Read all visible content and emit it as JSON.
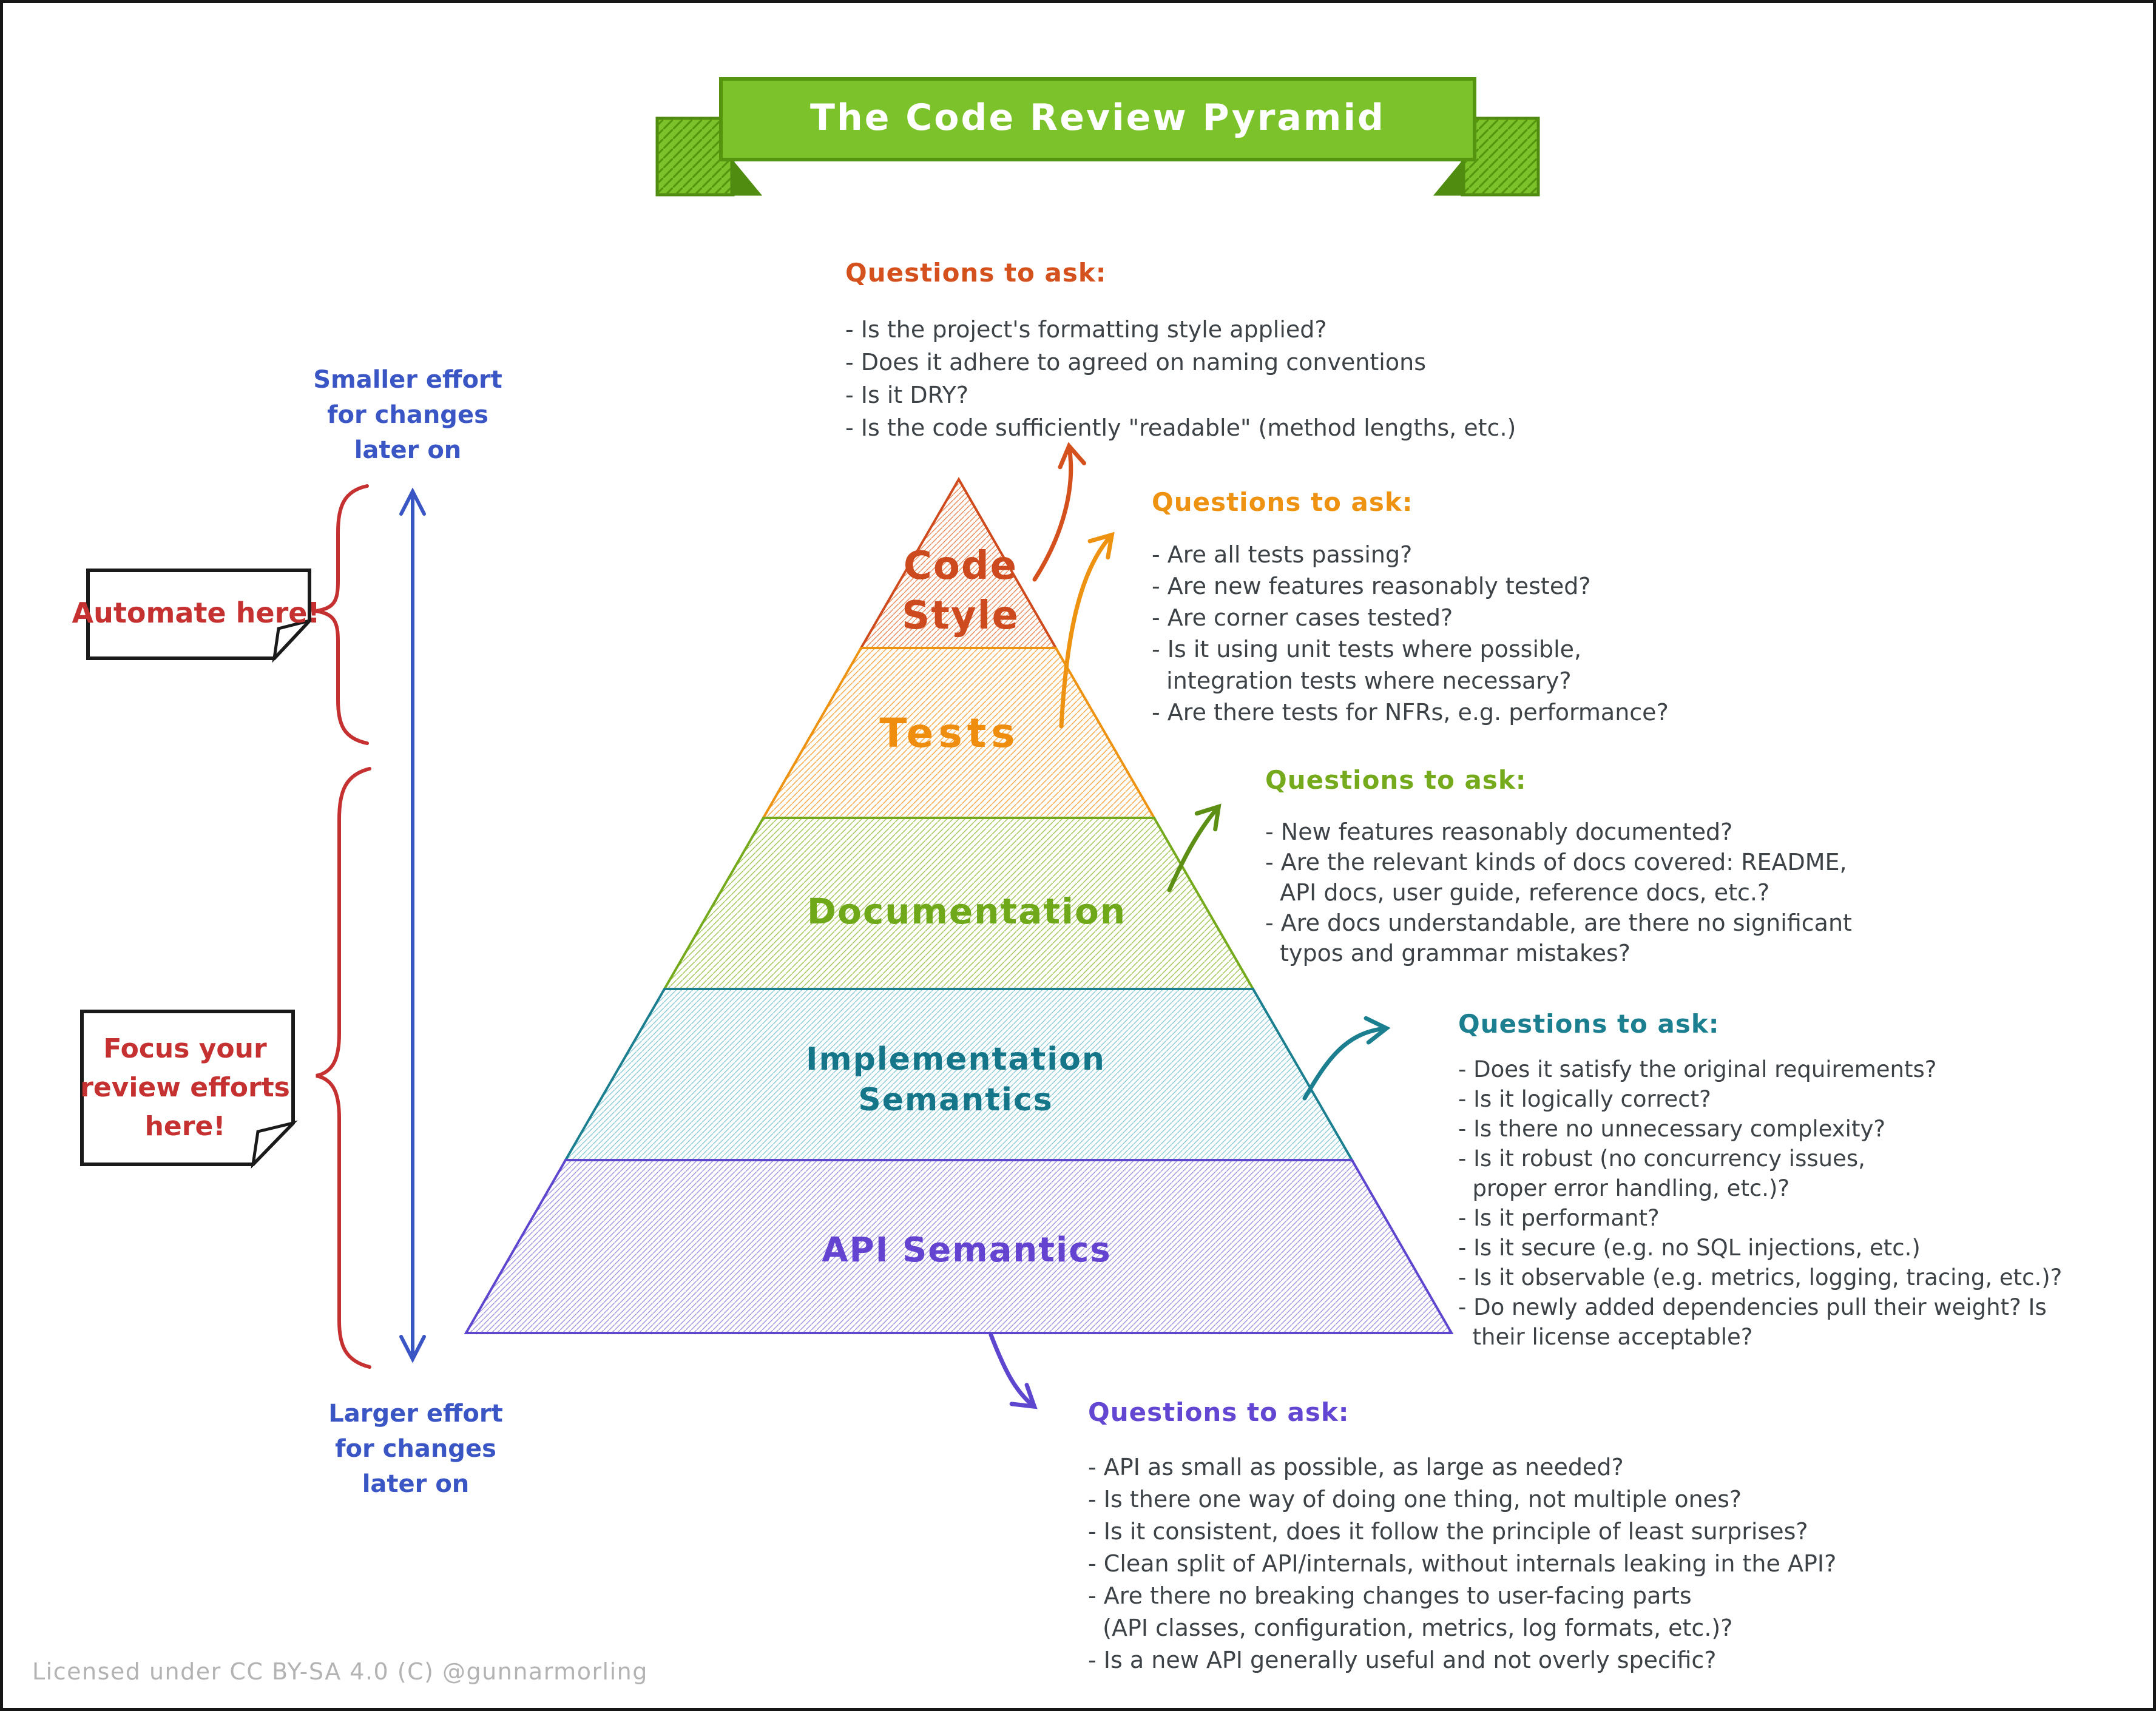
{
  "banner": {
    "title": "The Code Review Pyramid"
  },
  "pyramid": {
    "layers": [
      {
        "id": "code-style",
        "label": "Code\nStyle",
        "color": "#cd4a1f"
      },
      {
        "id": "tests",
        "label": "Tests",
        "color": "#ee8d0e"
      },
      {
        "id": "documentation",
        "label": "Documentation",
        "color": "#6fa91a"
      },
      {
        "id": "implementation-semantics",
        "label": "Implementation\nSemantics",
        "color": "#15768a"
      },
      {
        "id": "api-semantics",
        "label": "API Semantics",
        "color": "#6343cf"
      }
    ]
  },
  "question_blocks": [
    {
      "id": "code-style",
      "header": "Questions to ask:",
      "color": "#d4511e",
      "lines": [
        "- Is the project's formatting style applied?",
        "- Does it adhere to agreed on naming conventions",
        "- Is it DRY?",
        "- Is the code sufficiently \"readable\" (method lengths, etc.)"
      ]
    },
    {
      "id": "tests",
      "header": "Questions to ask:",
      "color": "#ee9211",
      "lines": [
        "- Are all tests passing?",
        "- Are new features reasonably tested?",
        "- Are corner cases tested?",
        "- Is it using unit tests where possible,",
        "  integration tests where necessary?",
        "- Are there tests for NFRs, e.g. performance?"
      ]
    },
    {
      "id": "documentation",
      "header": "Questions to ask:",
      "color": "#74aa1c",
      "lines": [
        "- New features reasonably documented?",
        "- Are the relevant kinds of docs covered: README,",
        "  API docs, user guide, reference docs, etc.?",
        "- Are docs understandable, are there no significant",
        "  typos and grammar mistakes?"
      ]
    },
    {
      "id": "implementation-semantics",
      "header": "Questions to ask:",
      "color": "#1b7f90",
      "lines": [
        "- Does it satisfy the original requirements?",
        "- Is it logically correct?",
        "- Is there no unnecessary complexity?",
        "- Is it robust (no concurrency issues,",
        "  proper error handling, etc.)?",
        "- Is it performant?",
        "- Is it secure (e.g. no SQL injections, etc.)",
        "- Is it observable (e.g. metrics, logging, tracing, etc.)?",
        "- Do newly added dependencies pull their weight? Is",
        "  their license acceptable?"
      ]
    },
    {
      "id": "api-semantics",
      "header": "Questions to ask:",
      "color": "#6347d2",
      "lines": [
        "- API as small as possible, as large as needed?",
        "- Is there one way of doing one thing, not multiple ones?",
        "- Is it consistent, does it follow the principle of least surprises?",
        "- Clean split of API/internals, without internals leaking in the API?",
        "- Are there no breaking changes to user-facing parts",
        "  (API classes, configuration, metrics, log formats, etc.)?",
        "- Is a new API generally useful and not overly specific?"
      ]
    }
  ],
  "annotations": {
    "smaller_effort": "Smaller effort\nfor changes\nlater on",
    "larger_effort": "Larger effort\nfor changes\nlater on",
    "automate_note": "Automate here!",
    "focus_note": "Focus your\nreview efforts\nhere!"
  },
  "footer": {
    "license": "Licensed under CC BY-SA 4.0 (C) @gunnarmorling"
  },
  "colors": {
    "banner_green": "#7cc22a",
    "banner_dark_green": "#55940f",
    "code_style": "#cf4a1d",
    "tests": "#ee9211",
    "documentation": "#74aa1c",
    "implementation_semantics": "#1b7f90",
    "api_semantics": "#5f46cf",
    "annotation_blue": "#3a55c4",
    "annotation_red": "#c53030",
    "body_text": "#3d4247",
    "license_gray": "#b3b3b3"
  }
}
